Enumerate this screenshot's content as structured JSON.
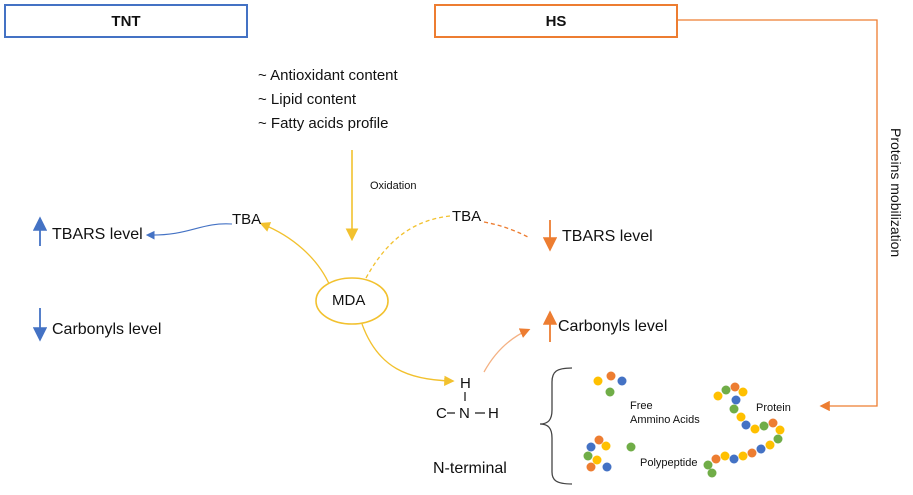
{
  "boxes": {
    "tnt": "TNT",
    "hs": "HS"
  },
  "conditions": [
    "~ Antioxidant content",
    "~ Lipid content",
    "~ Fatty acids profile"
  ],
  "oxidation": "Oxidation",
  "left_tba": "TBA",
  "right_tba": "TBA",
  "mda": "MDA",
  "left_tbars": "TBARS level",
  "right_tbars": "TBARS level",
  "left_carbonyls": "Carbonyls level",
  "right_carbonyls": "Carbonyls level",
  "proteins_mobilization": "Proteins mobilization",
  "nterm": {
    "h_top": "H",
    "c": "C",
    "n": "N",
    "h_right": "H",
    "label": "N-terminal"
  },
  "protein_labels": {
    "free": "Free",
    "ammino": "Ammino Acids",
    "protein": "Protein",
    "polypeptide": "Polypeptide"
  },
  "colors": {
    "tnt_blue": "#4472c4",
    "hs_orange": "#ed7d31",
    "yellow": "#f2c12e",
    "bead_green": "#70ad47",
    "bead_blue": "#4472c4",
    "bead_orange": "#ed7d31",
    "bead_yellow": "#ffc000"
  }
}
